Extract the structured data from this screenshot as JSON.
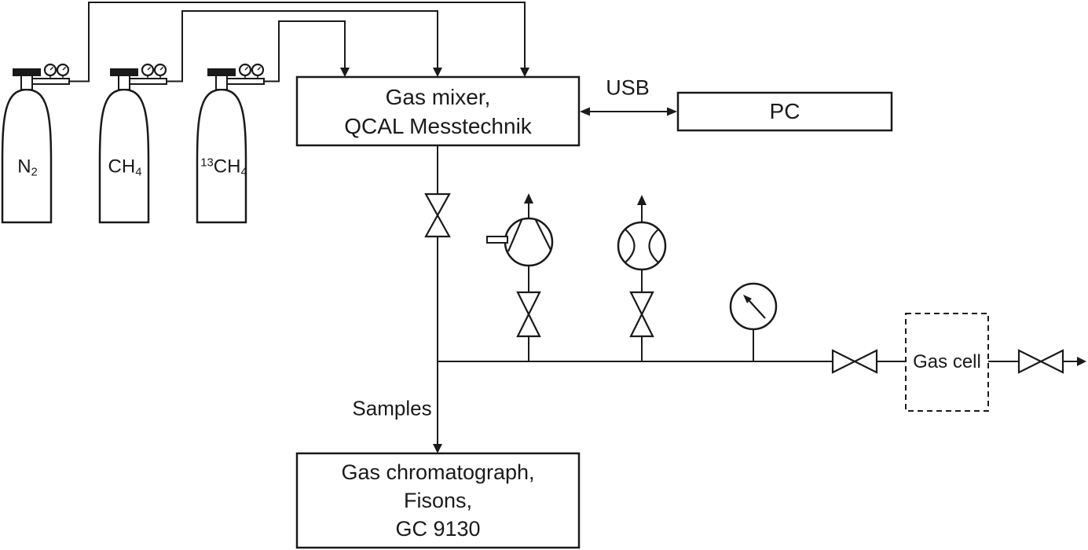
{
  "palette": {
    "ink": "#1a1a1a",
    "background": "#ffffff"
  },
  "cylinders": [
    {
      "sup": "",
      "main": "N",
      "sub": "2"
    },
    {
      "sup": "",
      "main": "CH",
      "sub": "4"
    },
    {
      "sup": "13",
      "main": "CH",
      "sub": "4"
    }
  ],
  "gas_mixer": {
    "line1": "Gas mixer,",
    "line2": "QCAL Messtechnik"
  },
  "usb_label": "USB",
  "pc_label": "PC",
  "samples_label": "Samples",
  "gas_cell_label": "Gas cell",
  "gas_chromatograph": {
    "line1": "Gas chromatograph,",
    "line2": "Fisons,",
    "line3": "GC 9130"
  }
}
